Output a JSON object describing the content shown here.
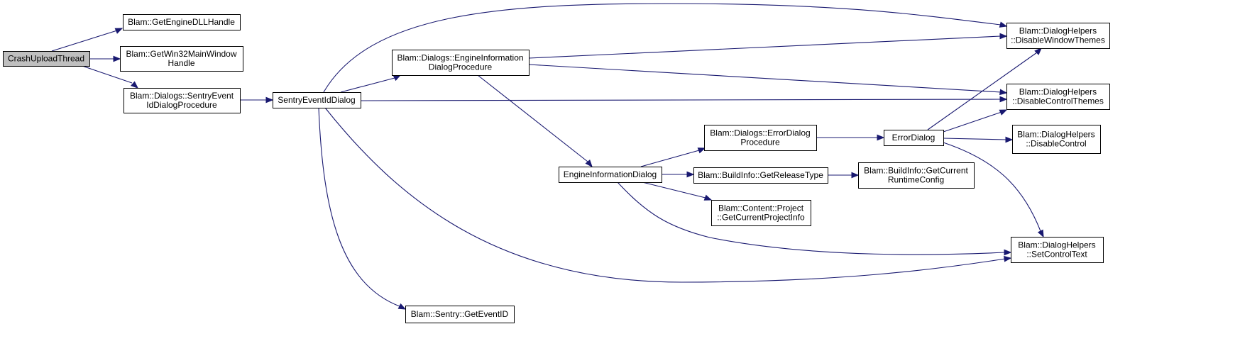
{
  "graph": {
    "colors": {
      "edge": "#191970",
      "node_border": "#000000",
      "root_fill": "#bfbfbf",
      "node_fill": "#ffffff"
    },
    "nodes": {
      "crash_upload_thread": {
        "lines": [
          "CrashUploadThread"
        ]
      },
      "get_engine_dll_handle": {
        "lines": [
          "Blam::GetEngineDLLHandle"
        ]
      },
      "get_win32_main_window_handle": {
        "lines": [
          "Blam::GetWin32MainWindow",
          "Handle"
        ]
      },
      "sentry_event_id_dialog_procedure": {
        "lines": [
          "Blam::Dialogs::SentryEvent",
          "IdDialogProcedure"
        ]
      },
      "sentry_event_id_dialog": {
        "lines": [
          "SentryEventIdDialog"
        ]
      },
      "engine_information_dialog_procedure": {
        "lines": [
          "Blam::Dialogs::EngineInformation",
          "DialogProcedure"
        ]
      },
      "get_event_id": {
        "lines": [
          "Blam::Sentry::GetEventID"
        ]
      },
      "engine_information_dialog": {
        "lines": [
          "EngineInformationDialog"
        ]
      },
      "error_dialog_procedure": {
        "lines": [
          "Blam::Dialogs::ErrorDialog",
          "Procedure"
        ]
      },
      "get_release_type": {
        "lines": [
          "Blam::BuildInfo::GetReleaseType"
        ]
      },
      "get_current_project_info": {
        "lines": [
          "Blam::Content::Project",
          "::GetCurrentProjectInfo"
        ]
      },
      "error_dialog": {
        "lines": [
          "ErrorDialog"
        ]
      },
      "get_current_runtime_config": {
        "lines": [
          "Blam::BuildInfo::GetCurrent",
          "RuntimeConfig"
        ]
      },
      "disable_window_themes": {
        "lines": [
          "Blam::DialogHelpers",
          "::DisableWindowThemes"
        ]
      },
      "disable_control_themes": {
        "lines": [
          "Blam::DialogHelpers",
          "::DisableControlThemes"
        ]
      },
      "disable_control": {
        "lines": [
          "Blam::DialogHelpers",
          "::DisableControl"
        ]
      },
      "set_control_text": {
        "lines": [
          "Blam::DialogHelpers",
          "::SetControlText"
        ]
      }
    },
    "edges": [
      [
        "crash_upload_thread",
        "get_engine_dll_handle"
      ],
      [
        "crash_upload_thread",
        "get_win32_main_window_handle"
      ],
      [
        "crash_upload_thread",
        "sentry_event_id_dialog_procedure"
      ],
      [
        "sentry_event_id_dialog_procedure",
        "sentry_event_id_dialog"
      ],
      [
        "sentry_event_id_dialog",
        "engine_information_dialog_procedure"
      ],
      [
        "sentry_event_id_dialog",
        "disable_window_themes"
      ],
      [
        "sentry_event_id_dialog",
        "disable_control_themes"
      ],
      [
        "sentry_event_id_dialog",
        "set_control_text"
      ],
      [
        "sentry_event_id_dialog",
        "get_event_id"
      ],
      [
        "engine_information_dialog_procedure",
        "disable_window_themes"
      ],
      [
        "engine_information_dialog_procedure",
        "disable_control_themes"
      ],
      [
        "engine_information_dialog_procedure",
        "engine_information_dialog"
      ],
      [
        "engine_information_dialog",
        "error_dialog_procedure"
      ],
      [
        "engine_information_dialog",
        "get_release_type"
      ],
      [
        "engine_information_dialog",
        "get_current_project_info"
      ],
      [
        "engine_information_dialog",
        "set_control_text"
      ],
      [
        "error_dialog_procedure",
        "error_dialog"
      ],
      [
        "get_release_type",
        "get_current_runtime_config"
      ],
      [
        "error_dialog",
        "disable_window_themes"
      ],
      [
        "error_dialog",
        "disable_control_themes"
      ],
      [
        "error_dialog",
        "disable_control"
      ],
      [
        "error_dialog",
        "set_control_text"
      ]
    ]
  }
}
